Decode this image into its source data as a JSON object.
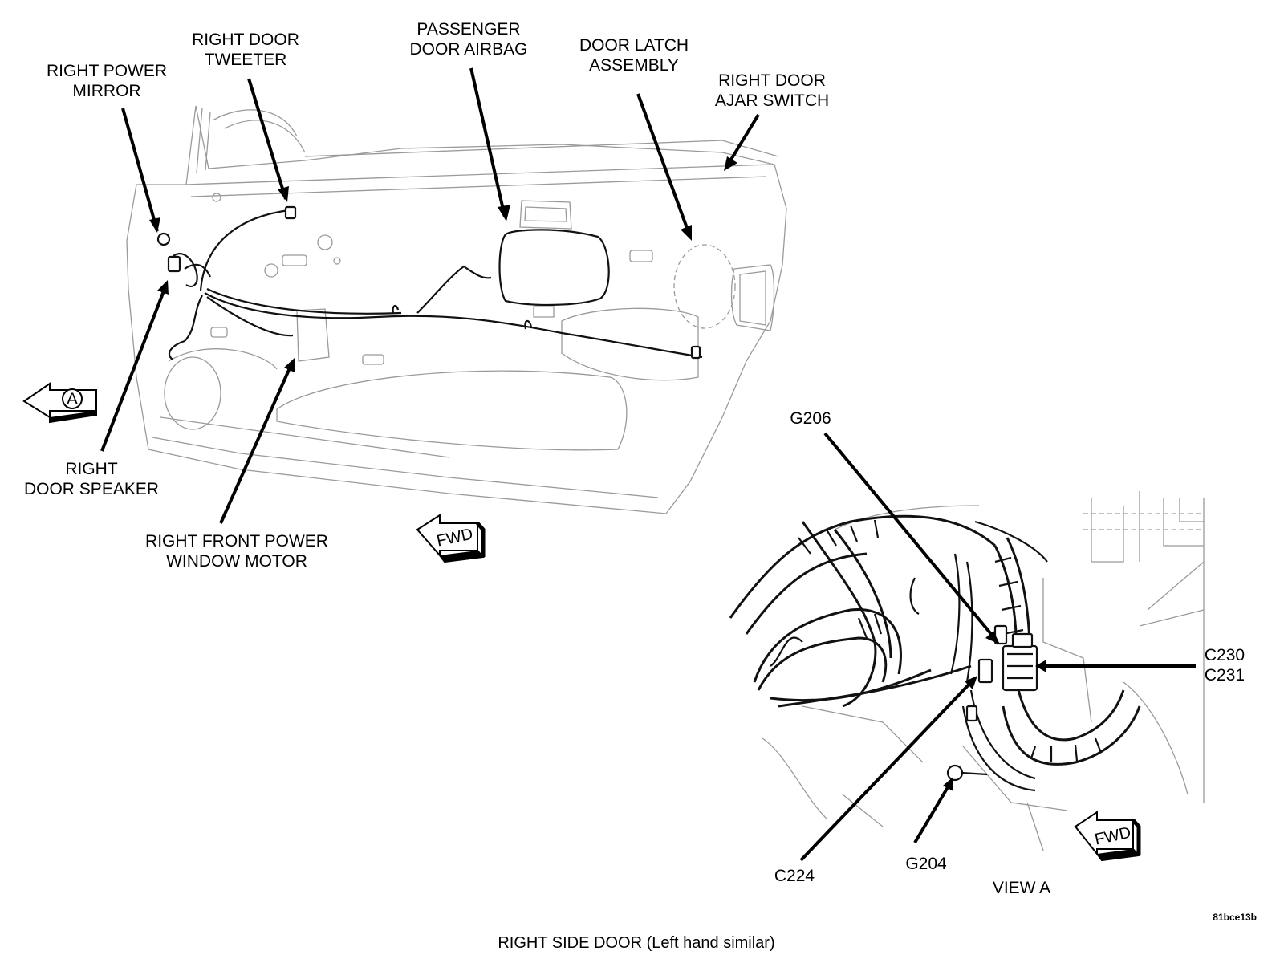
{
  "labels": {
    "right_power_mirror": [
      "RIGHT POWER",
      "MIRROR"
    ],
    "right_door_tweeter": [
      "RIGHT DOOR",
      "TWEETER"
    ],
    "passenger_door_airbag": [
      "PASSENGER",
      "DOOR AIRBAG"
    ],
    "door_latch_assembly": [
      "DOOR LATCH",
      "ASSEMBLY"
    ],
    "right_door_ajar_switch": [
      "RIGHT DOOR",
      "AJAR SWITCH"
    ],
    "right_door_speaker": [
      "RIGHT",
      "DOOR SPEAKER"
    ],
    "right_front_power_window_motor": [
      "RIGHT FRONT POWER",
      "WINDOW MOTOR"
    ],
    "g206": "G206",
    "c230_c231": [
      "C230",
      "C231"
    ],
    "c224": "C224",
    "g204": "G204",
    "view_a": "VIEW A",
    "view_marker": "A",
    "fwd": "FWD",
    "figure_id": "81bce13b",
    "caption": "RIGHT SIDE DOOR  (Left hand similar)"
  }
}
